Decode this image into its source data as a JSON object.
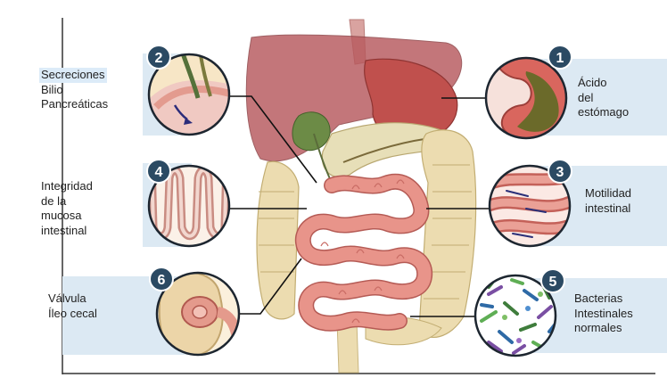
{
  "labels": {
    "secreciones": [
      "Secreciones",
      "Bilio",
      "Pancreáticas"
    ],
    "integridad": [
      "Integridad",
      "de la",
      "mucosa",
      "intestinal"
    ],
    "valvula": [
      "Válvula",
      "Íleo cecal"
    ],
    "acido": [
      "Ácido",
      "del",
      "estómago"
    ],
    "motilidad": [
      "Motilidad",
      "intestinal"
    ],
    "bacterias": [
      "Bacterias",
      "Intestinales",
      "normales"
    ]
  },
  "badges": {
    "b1": "1",
    "b2": "2",
    "b3": "3",
    "b4": "4",
    "b5": "5",
    "b6": "6"
  },
  "colors": {
    "badge": "#2b4a63",
    "highlight": "#dcebf8",
    "liver": "#b7595d",
    "stomach": "#c0504d",
    "intestine": "#e8948a",
    "colon": "#ecdcb0",
    "callout_bar": "#dce9f3"
  }
}
